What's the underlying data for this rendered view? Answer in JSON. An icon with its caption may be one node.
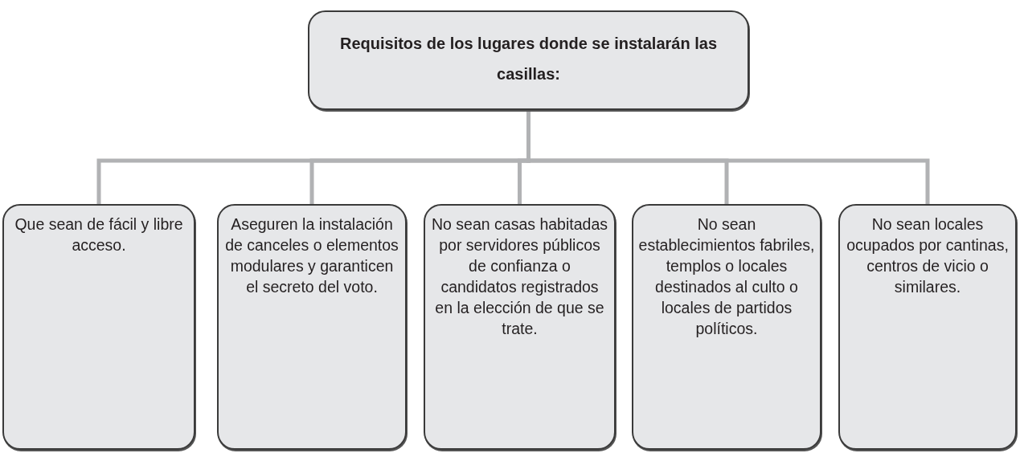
{
  "diagram": {
    "nodes": [
      {
        "text": [
          "Requisitos de los lugares donde se instalarán las casillas:"
        ]
      },
      {
        "text": [
          "Que sean de fácil y libre acceso."
        ]
      },
      {
        "text": [
          "Aseguren la instalación de canceles o elementos modulares y garanticen el secreto del voto."
        ]
      },
      {
        "text": [
          "No sean casas habitadas por servidores públicos de confianza o candidatos registrados en la elección de que se trate."
        ]
      },
      {
        "text": [
          "No sean establecimientos fabriles, templos o locales destinados al culto o locales de partidos políticos."
        ]
      },
      {
        "text": [
          "No sean locales ocupados por cantinas, centros de vicio o similares."
        ]
      }
    ],
    "edges": [
      {
        "from": 0,
        "to": 1,
        "arrow": "none"
      },
      {
        "from": 0,
        "to": 2,
        "arrow": "none"
      },
      {
        "from": 0,
        "to": 3,
        "arrow": "none"
      },
      {
        "from": 0,
        "to": 4,
        "arrow": "none"
      },
      {
        "from": 0,
        "to": 5,
        "arrow": "none"
      }
    ]
  }
}
